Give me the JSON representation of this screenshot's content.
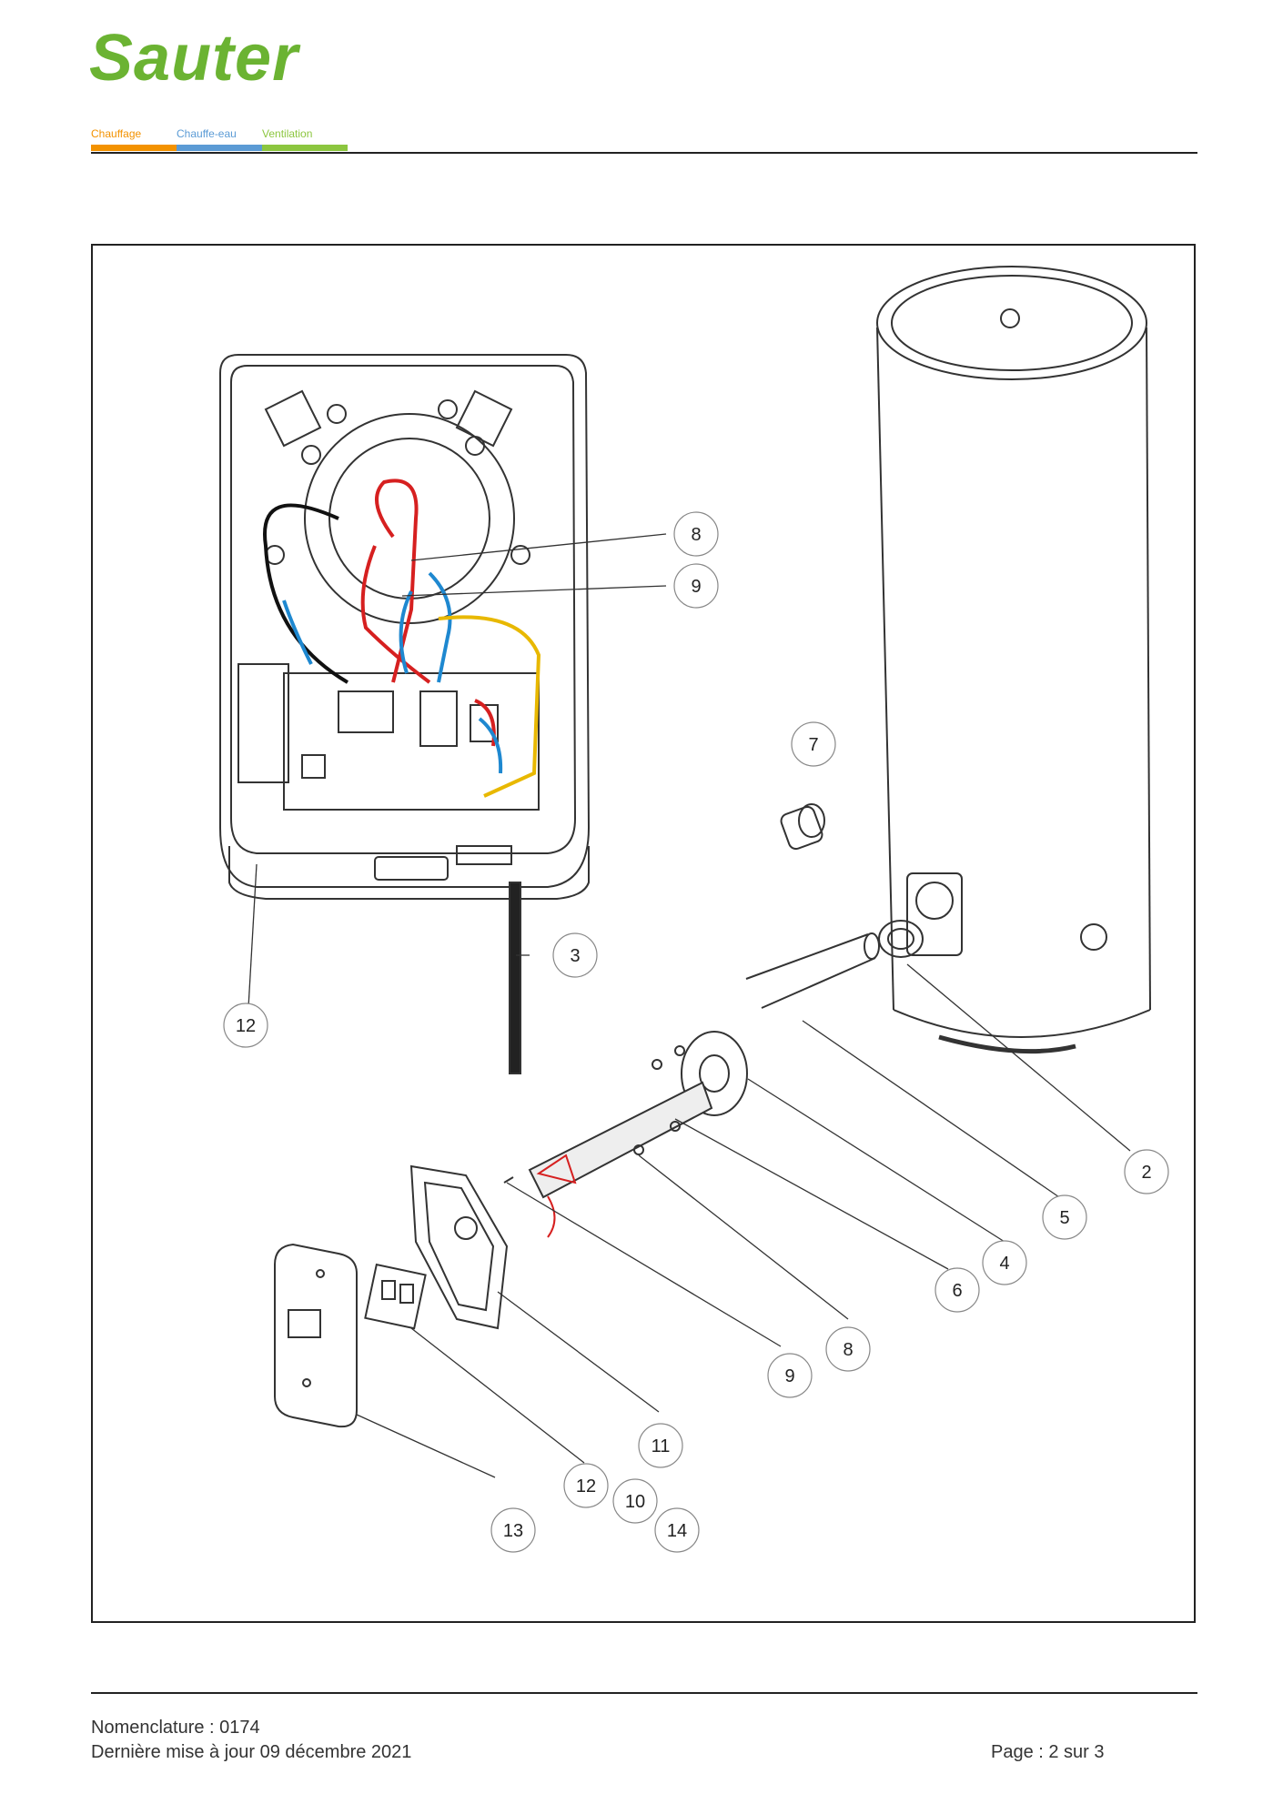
{
  "brand": {
    "logo": "Sauter",
    "categories": [
      {
        "label": "Chauffage",
        "color": "#f39200"
      },
      {
        "label": "Chauffe-eau",
        "color": "#5b9bd5"
      },
      {
        "label": "Ventilation",
        "color": "#8cc63f"
      }
    ],
    "logo_color": "#6bb332"
  },
  "diagram": {
    "callouts": [
      "8",
      "9",
      "7",
      "3",
      "12",
      "2",
      "5",
      "4",
      "6",
      "8",
      "9",
      "11",
      "12",
      "10",
      "13",
      "14"
    ]
  },
  "footer": {
    "nomenclature": "Nomenclature : 0174",
    "updated": "Dernière mise à jour 09 décembre 2021",
    "page": "Page : 2 sur 3"
  }
}
